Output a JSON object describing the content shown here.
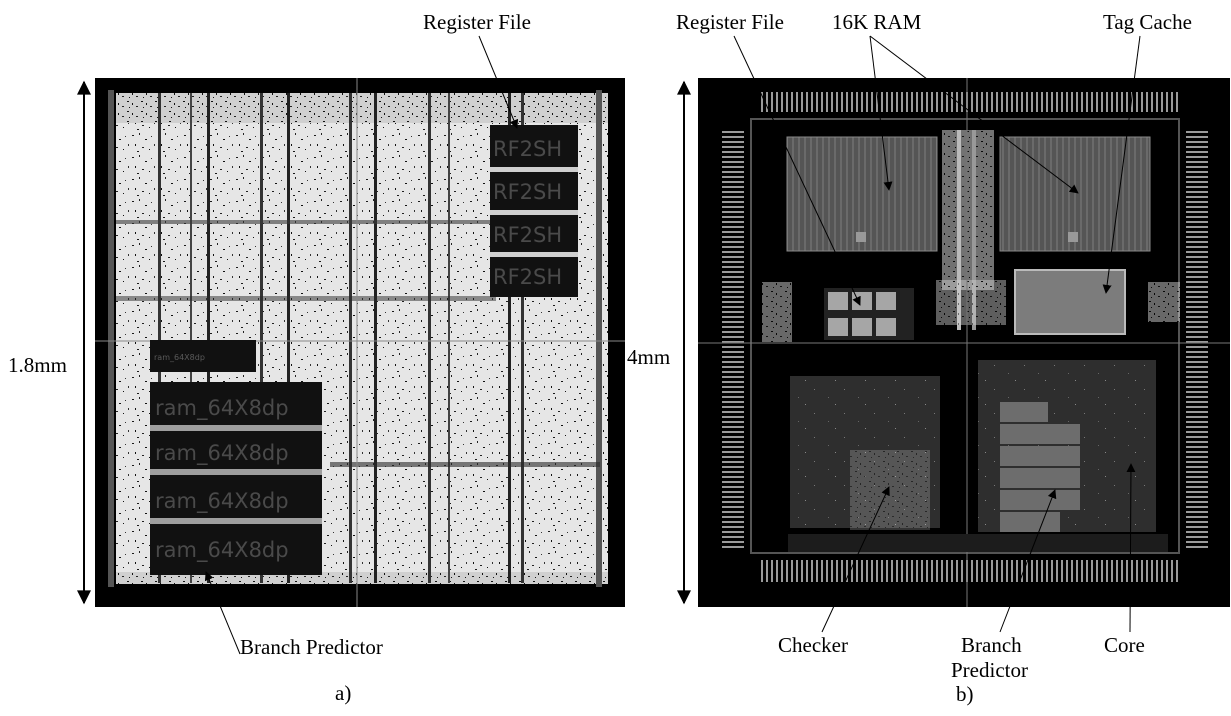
{
  "panel_a": {
    "caption": "a)",
    "dimension_label": "1.8mm",
    "callouts": {
      "register_file": "Register File",
      "branch_predictor": "Branch Predictor"
    },
    "block_labels": {
      "rf": [
        "RF2SH",
        "RF2SH",
        "RF2SH",
        "RF2SH"
      ],
      "ram_small": "ram_64X8dp",
      "ram": [
        "ram_64X8dp",
        "ram_64X8dp",
        "ram_64X8dp",
        "ram_64X8dp"
      ]
    }
  },
  "panel_b": {
    "caption": "b)",
    "dimension_label": "4mm",
    "callouts": {
      "register_file": "Register File",
      "ram": "16K RAM",
      "tag_cache": "Tag Cache",
      "checker": "Checker",
      "branch_predictor_line1": "Branch",
      "branch_predictor_line2": "Predictor",
      "core": "Core"
    }
  },
  "colors": {
    "chip_background": "#000000",
    "speckle_light": "#e6e6e6",
    "macro_dark": "#111111",
    "ram_gray": "#5e5e5e",
    "core_gray": "#2e2e2e",
    "tag_cache_gray": "#7c7c7c"
  }
}
